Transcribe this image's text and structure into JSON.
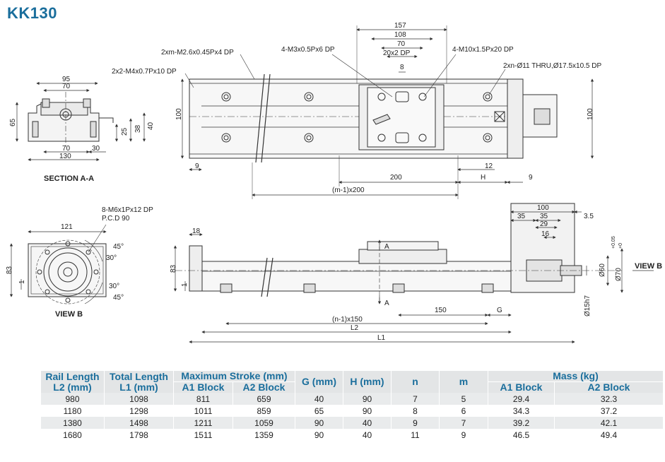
{
  "title": "KK130",
  "labels": {
    "section_aa": "SECTION A-A",
    "view_b_left": "VIEW B",
    "view_b_right": "VIEW B",
    "holes_xm": "2xm-M2.6x0.45Px4 DP",
    "holes_x2": "2x2-M4x0.7Px10 DP",
    "holes_4m3": "4-M3x0.5Px6 DP",
    "holes_4m10": "4-M10x1.5Px20 DP",
    "holes_xn": "2xn-Ø11 THRU,Ø17.5x10.5 DP",
    "holes_8m6": "8-M6x1Px12 DP",
    "pcd": "P.C.D 90",
    "arrow_a1": "A",
    "arrow_a2": "A"
  },
  "dims": {
    "d95": "95",
    "d70a": "70",
    "d65": "65",
    "d25": "25",
    "d38": "38",
    "d40": "40",
    "d70b": "70",
    "d30": "30",
    "d130": "130",
    "d157": "157",
    "d108": "108",
    "d70c": "70",
    "d20x2": "20x2 DP",
    "d8": "8",
    "d100a": "100",
    "d100b": "100",
    "d9a": "9",
    "d200": "200",
    "d12": "12",
    "dH": "H",
    "d9b": "9",
    "dm1x200": "(m-1)x200",
    "d121": "121",
    "d83a": "83",
    "d1a": "1",
    "d30deg": "30°",
    "d45deg": "45°",
    "d30deg2": "30°",
    "d45deg2": "45°",
    "d18": "18",
    "d83b": "83",
    "d1b": "1",
    "d100c": "100",
    "d35a": "35",
    "d35b": "35",
    "d3_5": "3.5",
    "d29": "29",
    "d16": "16",
    "d150": "150",
    "dG": "G",
    "dn1x150": "(n-1)x150",
    "dL2": "L2",
    "dL1": "L1",
    "d60": "Ø60",
    "d70tol": "Ø70",
    "tol_up": "+0.05",
    "tol_dn": "+0",
    "d15h7": "Ø15h7"
  },
  "table": {
    "headers": {
      "rail_length": "Rail Length",
      "rail_unit": "L2 (mm)",
      "total_length": "Total Length",
      "total_unit": "L1 (mm)",
      "max_stroke": "Maximum  Stroke (mm)",
      "a1_block": "A1 Block",
      "a2_block": "A2 Block",
      "g": "G (mm)",
      "h": "H (mm)",
      "n": "n",
      "m": "m",
      "mass": "Mass (kg)",
      "mass_a1": "A1 Block",
      "mass_a2": "A2 Block"
    },
    "rows": [
      [
        "980",
        "1098",
        "811",
        "659",
        "40",
        "90",
        "7",
        "5",
        "29.4",
        "32.3"
      ],
      [
        "1180",
        "1298",
        "1011",
        "859",
        "65",
        "90",
        "8",
        "6",
        "34.3",
        "37.2"
      ],
      [
        "1380",
        "1498",
        "1211",
        "1059",
        "90",
        "40",
        "9",
        "7",
        "39.2",
        "42.1"
      ],
      [
        "1680",
        "1798",
        "1511",
        "1359",
        "90",
        "40",
        "11",
        "9",
        "46.5",
        "49.4"
      ]
    ]
  }
}
